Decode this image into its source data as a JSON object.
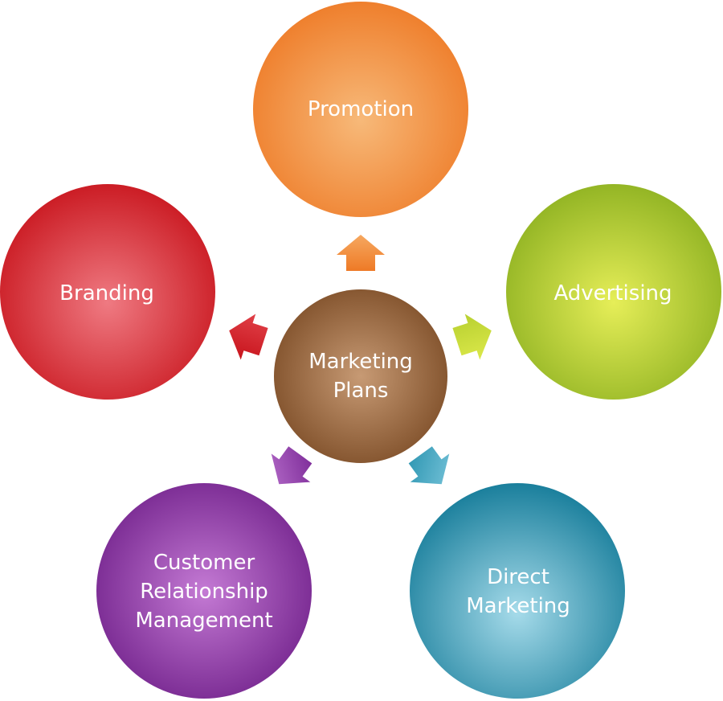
{
  "diagram": {
    "center": {
      "label_lines": [
        "Marketing",
        "Plans"
      ],
      "color": "#8a5a32"
    },
    "nodes": [
      {
        "id": "promotion",
        "label_lines": [
          "Promotion"
        ],
        "color": "#f08838"
      },
      {
        "id": "advertising",
        "label_lines": [
          "Advertising"
        ],
        "color": "#a8c42c"
      },
      {
        "id": "direct-marketing",
        "label_lines": [
          "Direct",
          "Marketing"
        ],
        "color": "#2a94b0"
      },
      {
        "id": "customer-relationship-management",
        "label_lines": [
          "Customer",
          "Relationship",
          "Management"
        ],
        "color": "#8a2aa0"
      },
      {
        "id": "branding",
        "label_lines": [
          "Branding"
        ],
        "color": "#d81e24"
      }
    ]
  }
}
